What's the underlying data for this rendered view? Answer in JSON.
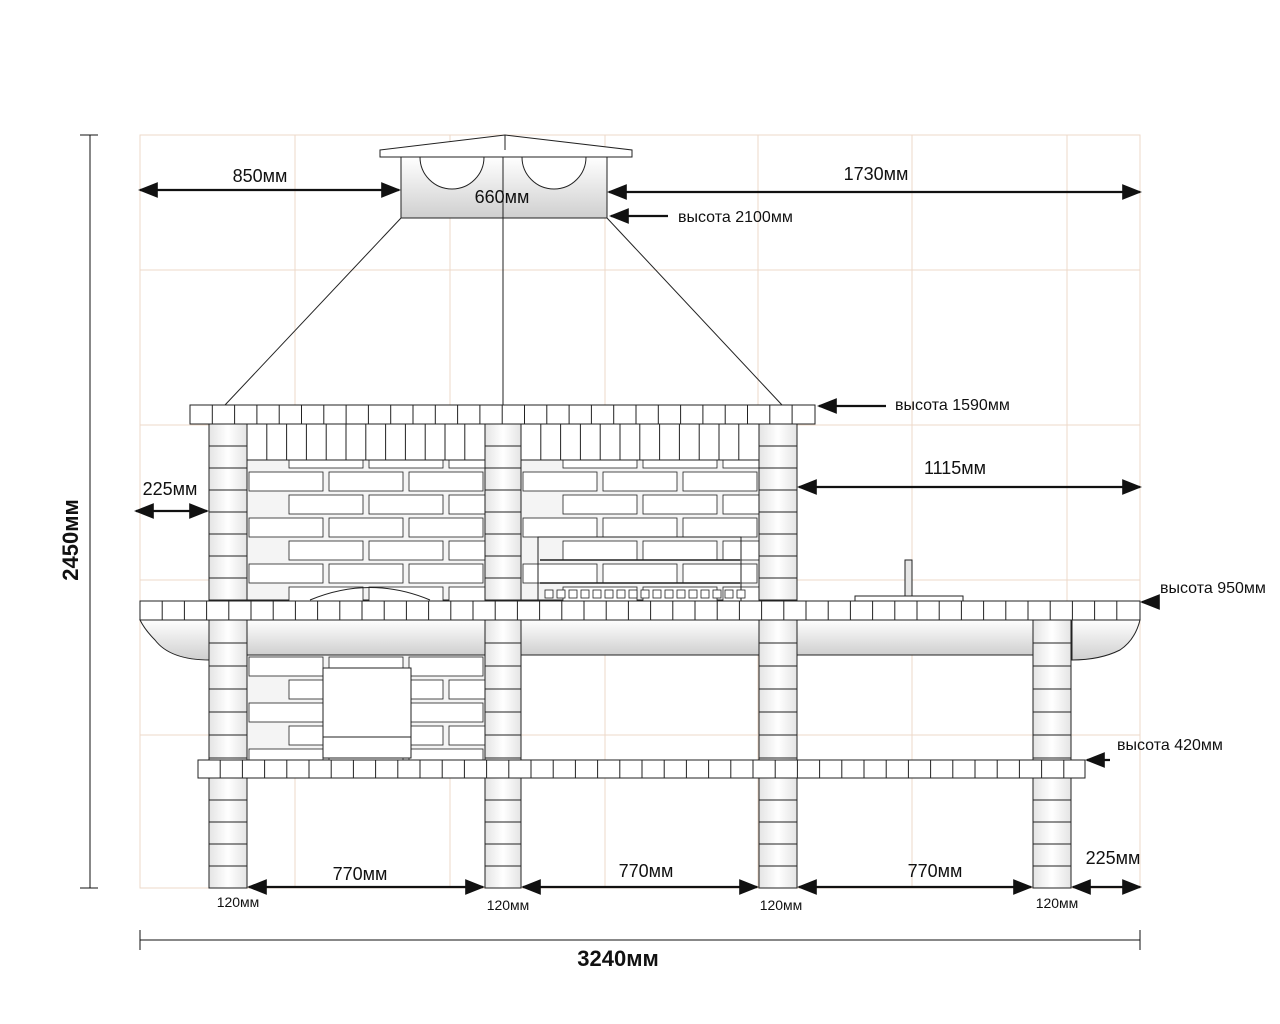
{
  "colors": {
    "grid": "#eed9c9",
    "line": "#222222",
    "arrow": "#111111",
    "shade": "#d6d6d6",
    "brick_fill": "#ffffff"
  },
  "dimensions": {
    "total_height": "2450мм",
    "total_width": "3240мм",
    "left_offset": "850мм",
    "chimney_width": "660мм",
    "right_offset": "1730мм",
    "chimney_height": "высота 2100мм",
    "roof_height": "высота 1590мм",
    "left_wall_offset": "225мм",
    "right_upper_offset": "1115мм",
    "counter_height": "высота 950мм",
    "shelf_height": "высота 420мм",
    "right_end_offset": "225мм",
    "gap_1": "770мм",
    "gap_2": "770мм",
    "gap_3": "770мм",
    "pillar_1": "120мм",
    "pillar_2": "120мм",
    "pillar_3": "120мм",
    "pillar_4": "120мм"
  }
}
